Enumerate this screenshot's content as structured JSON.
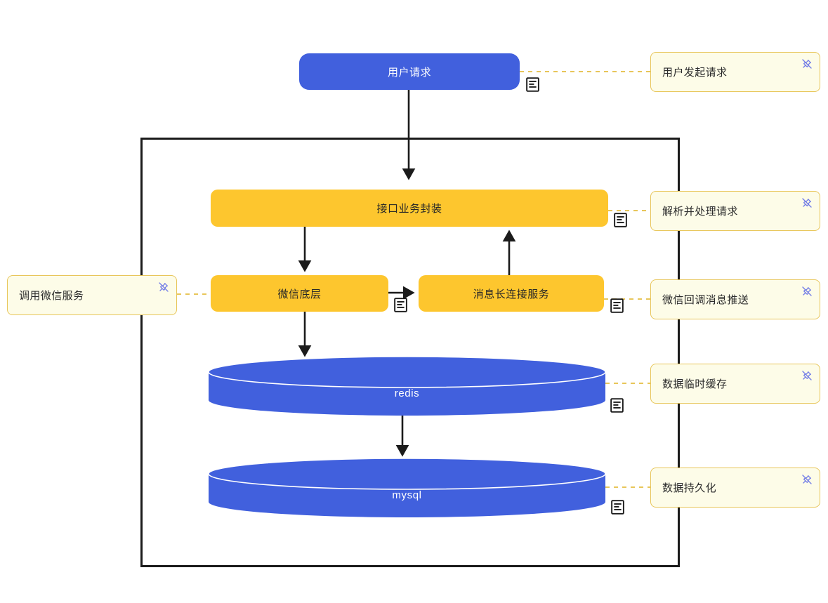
{
  "diagram": {
    "type": "flowchart",
    "title_visible": false,
    "colors": {
      "node_blue": "#4160dd",
      "node_orange": "#fdc62e",
      "note_background": "#fdfce8",
      "note_border": "#e8c65a",
      "note_connector": "#e8c65a",
      "edge": "#1b1b1b",
      "boundary": "#1b1b1b",
      "blue_text": "#ffffff",
      "orange_text": "#272727",
      "pin_icon": "#6c77e6"
    },
    "boundary": {
      "name": "system-boundary"
    },
    "nodes": [
      {
        "id": "user-request",
        "label": "用户请求",
        "shape": "rounded-rect",
        "style": "blue"
      },
      {
        "id": "api-wrapper",
        "label": "接口业务封装",
        "shape": "rounded-rect",
        "style": "orange"
      },
      {
        "id": "wechat-core",
        "label": "微信底层",
        "shape": "rounded-rect",
        "style": "orange"
      },
      {
        "id": "long-conn",
        "label": "消息长连接服务",
        "shape": "rounded-rect",
        "style": "orange"
      },
      {
        "id": "redis",
        "label": "redis",
        "shape": "cylinder",
        "style": "blue"
      },
      {
        "id": "mysql",
        "label": "mysql",
        "shape": "cylinder",
        "style": "blue"
      }
    ],
    "notes": [
      {
        "id": "note-user-request",
        "text": "用户发起请求",
        "attached_to": "user-request",
        "side": "right",
        "pin_icon": "pin-off-icon"
      },
      {
        "id": "note-api-wrapper",
        "text": "解析并处理请求",
        "attached_to": "api-wrapper",
        "side": "right",
        "pin_icon": "pin-off-icon"
      },
      {
        "id": "note-long-conn",
        "text": "微信回调消息推送",
        "attached_to": "long-conn",
        "side": "right",
        "pin_icon": "pin-off-icon"
      },
      {
        "id": "note-redis",
        "text": "数据临时缓存",
        "attached_to": "redis",
        "side": "right",
        "pin_icon": "pin-off-icon"
      },
      {
        "id": "note-mysql",
        "text": "数据持久化",
        "attached_to": "mysql",
        "side": "right",
        "pin_icon": "pin-off-icon"
      },
      {
        "id": "note-wechat-core",
        "text": "调用微信服务",
        "attached_to": "wechat-core",
        "side": "left",
        "pin_icon": "pin-off-icon"
      }
    ],
    "edges": [
      {
        "from": "user-request",
        "to": "api-wrapper",
        "direction": "down",
        "style": "solid-arrow"
      },
      {
        "from": "api-wrapper",
        "to": "wechat-core",
        "direction": "down",
        "style": "solid-arrow"
      },
      {
        "from": "wechat-core",
        "to": "long-conn",
        "direction": "right",
        "style": "solid-arrow"
      },
      {
        "from": "long-conn",
        "to": "api-wrapper",
        "direction": "up",
        "style": "solid-arrow"
      },
      {
        "from": "wechat-core",
        "to": "redis",
        "direction": "down",
        "style": "solid-arrow"
      },
      {
        "from": "redis",
        "to": "mysql",
        "direction": "down",
        "style": "solid-arrow"
      }
    ],
    "doc_badges": [
      {
        "id": "badge-user-request",
        "for": "user-request",
        "icon": "document-icon"
      },
      {
        "id": "badge-api-wrapper",
        "for": "api-wrapper",
        "icon": "document-icon"
      },
      {
        "id": "badge-wechat-core",
        "for": "wechat-core",
        "icon": "document-icon"
      },
      {
        "id": "badge-long-conn",
        "for": "long-conn",
        "icon": "document-icon"
      },
      {
        "id": "badge-redis",
        "for": "redis",
        "icon": "document-icon"
      },
      {
        "id": "badge-mysql",
        "for": "mysql",
        "icon": "document-icon"
      }
    ]
  }
}
